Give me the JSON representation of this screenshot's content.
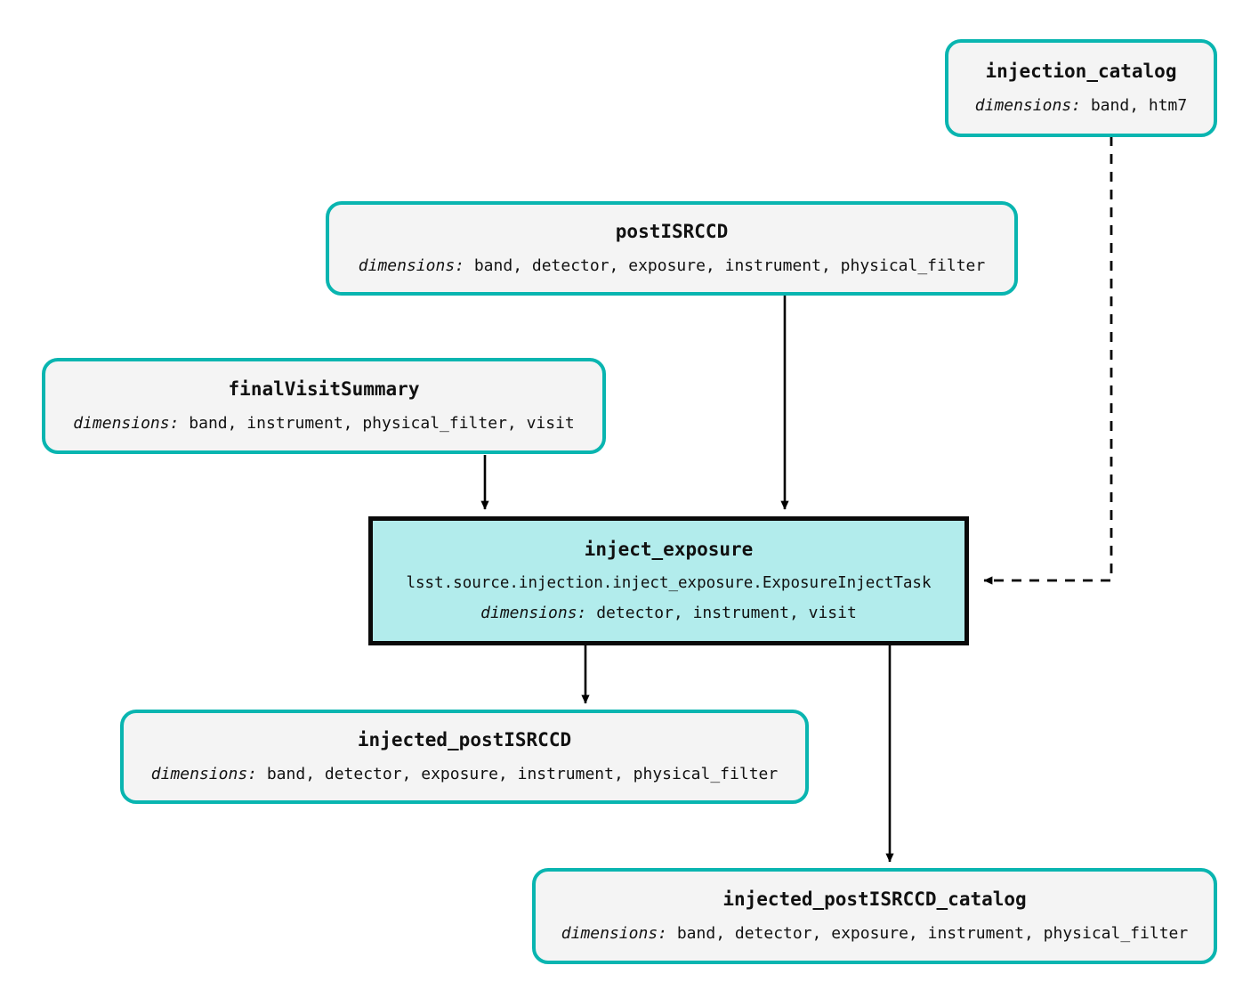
{
  "diagram": {
    "type": "pipeline-dag",
    "colors": {
      "dataset_border": "#09b5b0",
      "dataset_fill": "#f4f4f4",
      "task_border": "#0a0a0a",
      "task_fill": "#b2ecec",
      "edge": "#000000",
      "background": "#ffffff"
    },
    "dims_label": "dimensions:",
    "nodes": [
      {
        "id": "injection_catalog",
        "kind": "dataset",
        "title": "injection_catalog",
        "dimensions": "band, htm7"
      },
      {
        "id": "postISRCCD",
        "kind": "dataset",
        "title": "postISRCCD",
        "dimensions": "band, detector, exposure, instrument, physical_filter"
      },
      {
        "id": "finalVisitSummary",
        "kind": "dataset",
        "title": "finalVisitSummary",
        "dimensions": "band, instrument, physical_filter, visit"
      },
      {
        "id": "inject_exposure",
        "kind": "task",
        "title": "inject_exposure",
        "class_path": "lsst.source.injection.inject_exposure.ExposureInjectTask",
        "dimensions": "detector, instrument, visit"
      },
      {
        "id": "injected_postISRCCD",
        "kind": "dataset",
        "title": "injected_postISRCCD",
        "dimensions": "band, detector, exposure, instrument, physical_filter"
      },
      {
        "id": "injected_postISRCCD_catalog",
        "kind": "dataset",
        "title": "injected_postISRCCD_catalog",
        "dimensions": "band, detector, exposure, instrument, physical_filter"
      }
    ],
    "edges": [
      {
        "from": "postISRCCD",
        "to": "inject_exposure",
        "style": "solid"
      },
      {
        "from": "finalVisitSummary",
        "to": "inject_exposure",
        "style": "solid"
      },
      {
        "from": "injection_catalog",
        "to": "inject_exposure",
        "style": "dashed"
      },
      {
        "from": "inject_exposure",
        "to": "injected_postISRCCD",
        "style": "solid"
      },
      {
        "from": "inject_exposure",
        "to": "injected_postISRCCD_catalog",
        "style": "solid"
      }
    ]
  }
}
